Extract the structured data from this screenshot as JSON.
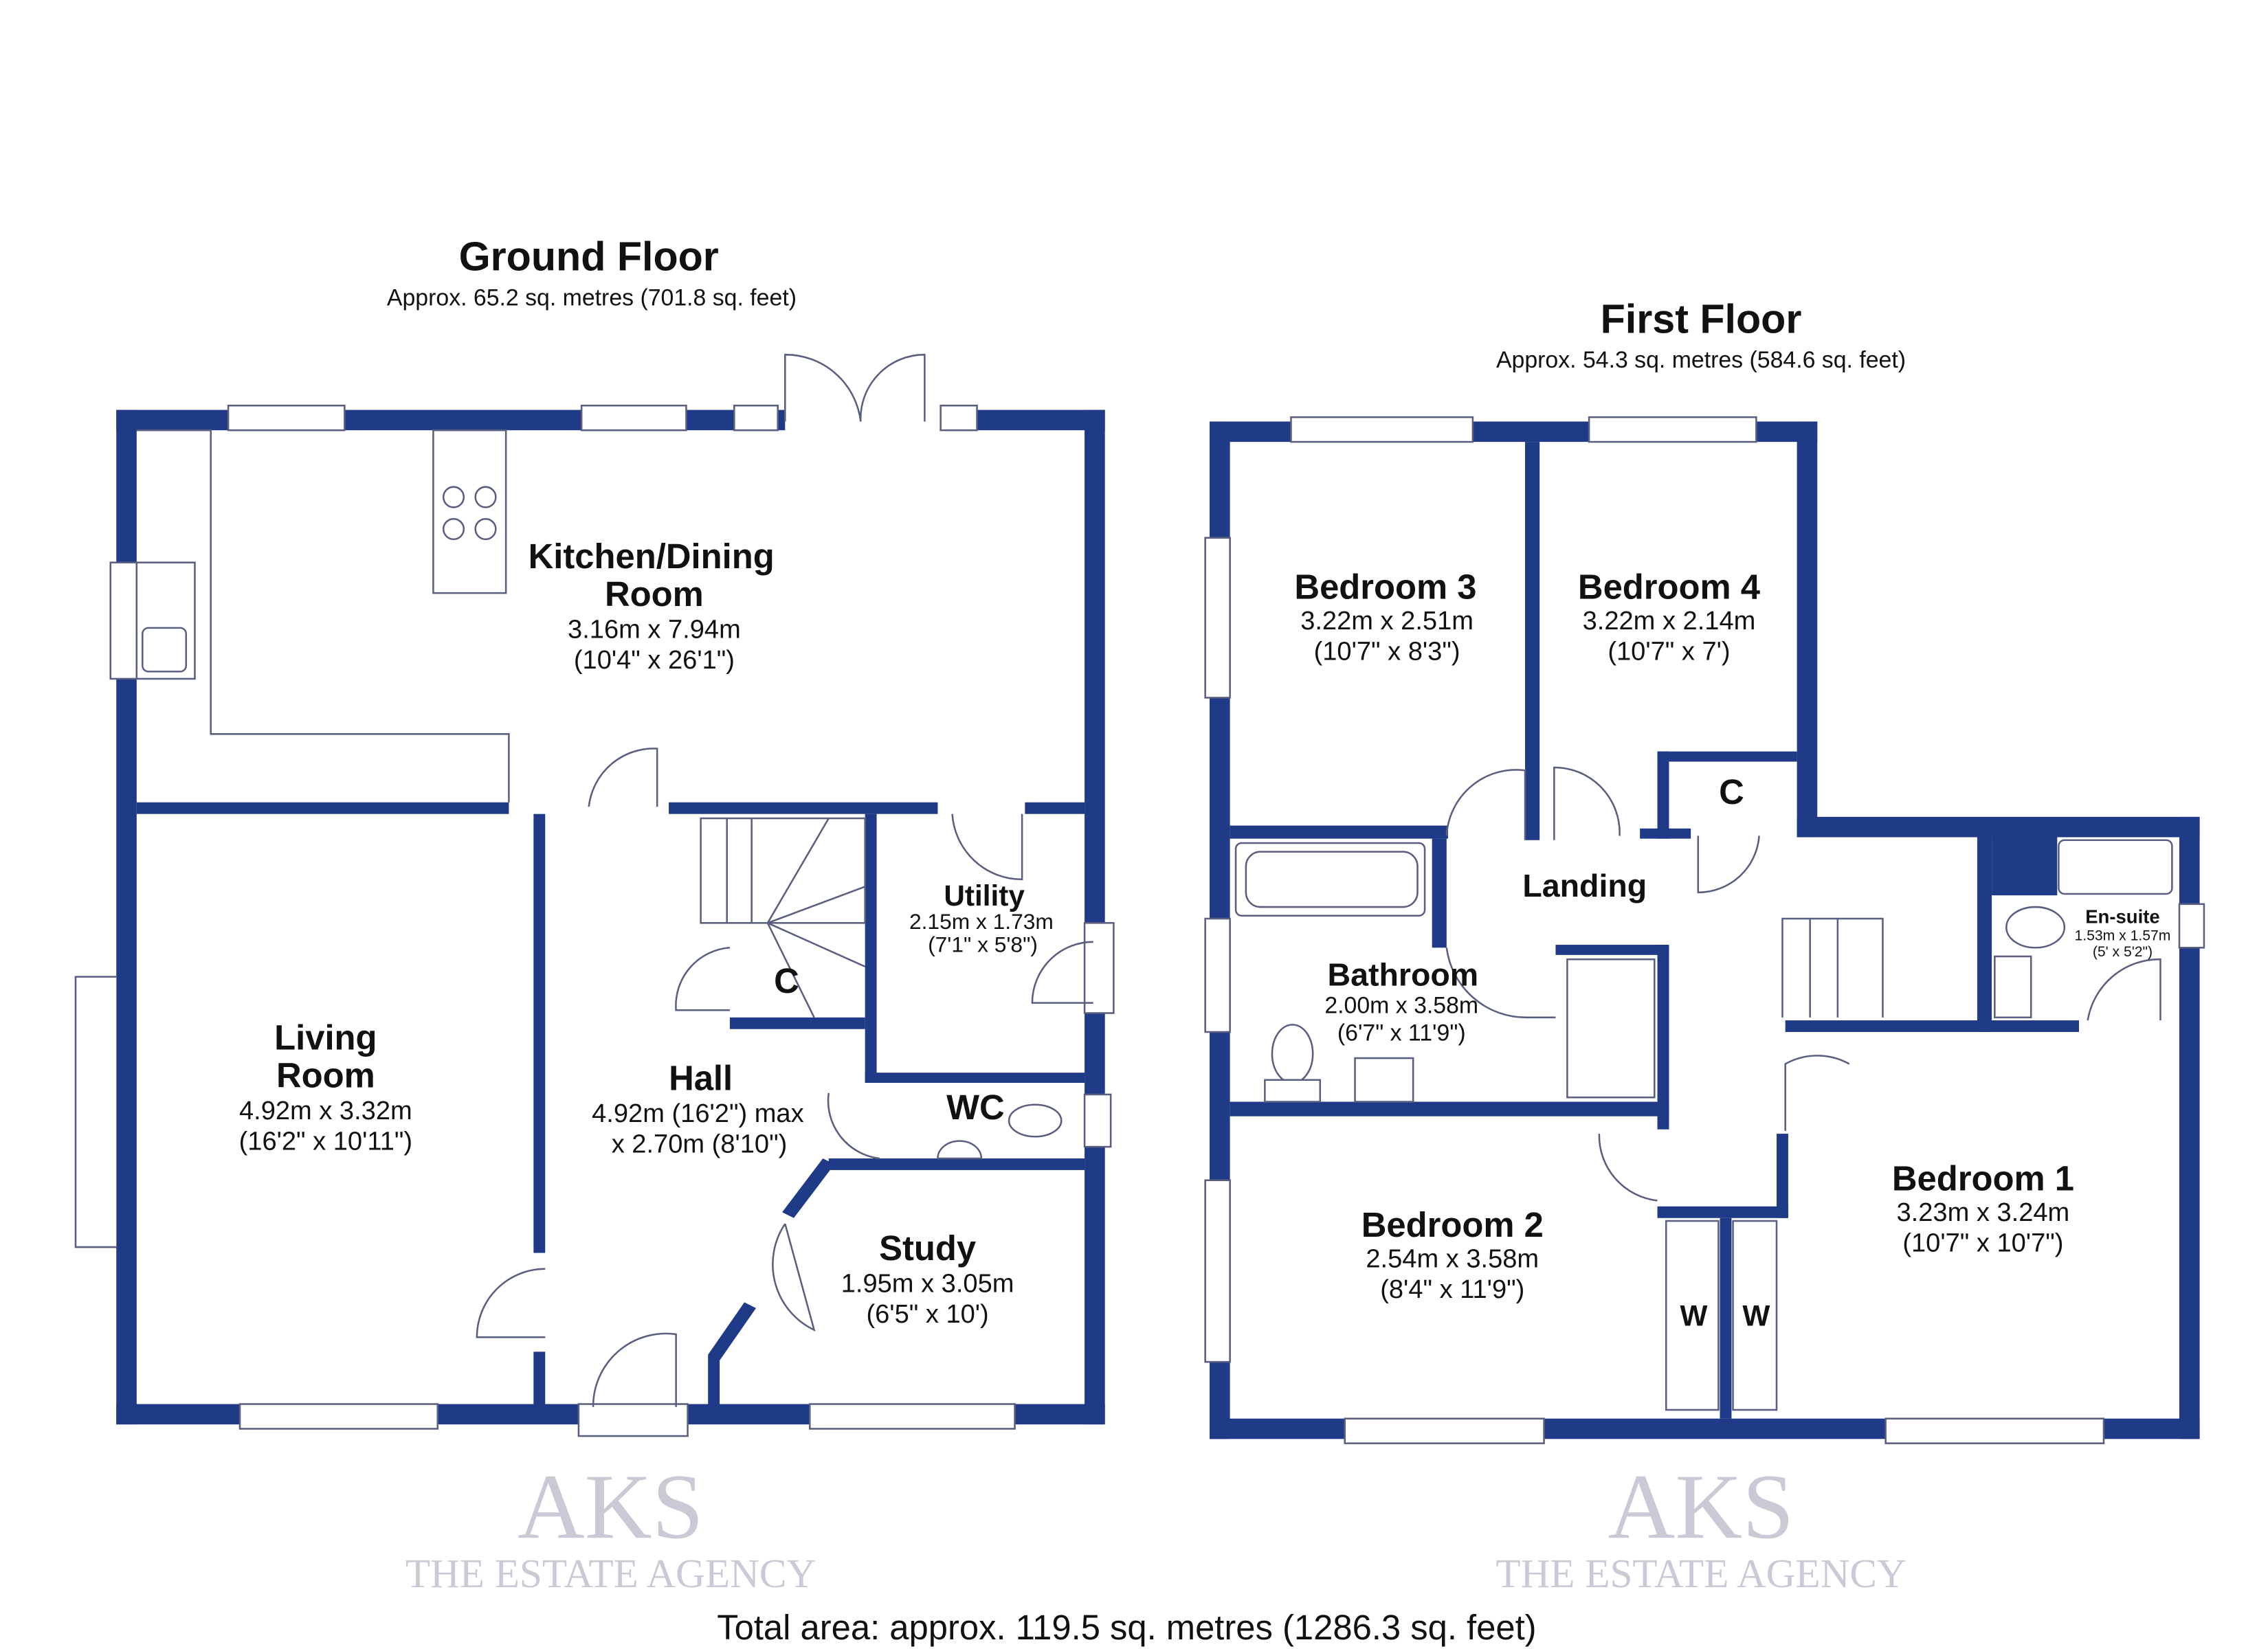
{
  "ground_floor": {
    "title": "Ground Floor",
    "area": "Approx. 65.2 sq. metres (701.8 sq. feet)",
    "rooms": [
      {
        "name": "Kitchen/Dining",
        "name2": "Room",
        "dim_m": "3.16m x 7.94m",
        "dim_ft": "(10'4\" x 26'1\")"
      },
      {
        "name": "Living",
        "name2": "Room",
        "dim_m": "4.92m x 3.32m",
        "dim_ft": "(16'2\" x 10'11\")"
      },
      {
        "name": "Hall",
        "dim_m": "4.92m (16'2\") max",
        "dim_ft": "x 2.70m (8'10\")"
      },
      {
        "name": "Utility",
        "dim_m": "2.15m x 1.73m",
        "dim_ft": "(7'1\" x 5'8\")"
      },
      {
        "name": "Study",
        "dim_m": "1.95m x 3.05m",
        "dim_ft": "(6'5\" x 10')"
      },
      {
        "name": "WC"
      },
      {
        "name": "C"
      }
    ]
  },
  "first_floor": {
    "title": "First Floor",
    "area": "Approx. 54.3 sq. metres (584.6 sq. feet)",
    "rooms": [
      {
        "name": "Bedroom 3",
        "dim_m": "3.22m x 2.51m",
        "dim_ft": "(10'7\" x 8'3\")"
      },
      {
        "name": "Bedroom 4",
        "dim_m": "3.22m x 2.14m",
        "dim_ft": "(10'7\" x 7')"
      },
      {
        "name": "Landing"
      },
      {
        "name": "Bathroom",
        "dim_m": "2.00m x 3.58m",
        "dim_ft": "(6'7\" x 11'9\")"
      },
      {
        "name": "En-suite",
        "dim_m": "1.53m x 1.57m",
        "dim_ft": "(5' x 5'2\")"
      },
      {
        "name": "Bedroom 2",
        "dim_m": "2.54m x 3.58m",
        "dim_ft": "(8'4\" x 11'9\")"
      },
      {
        "name": "Bedroom 1",
        "dim_m": "3.23m x 3.24m",
        "dim_ft": "(10'7\" x 10'7\")"
      },
      {
        "name": "C"
      },
      {
        "name": "W"
      },
      {
        "name": "W"
      }
    ]
  },
  "total_area": "Total area: approx. 119.5 sq. metres (1286.3 sq. feet)",
  "watermark": {
    "logo": "AKS",
    "tagline": "THE ESTATE AGENCY"
  },
  "colors": {
    "wall": "#1f3a86"
  }
}
